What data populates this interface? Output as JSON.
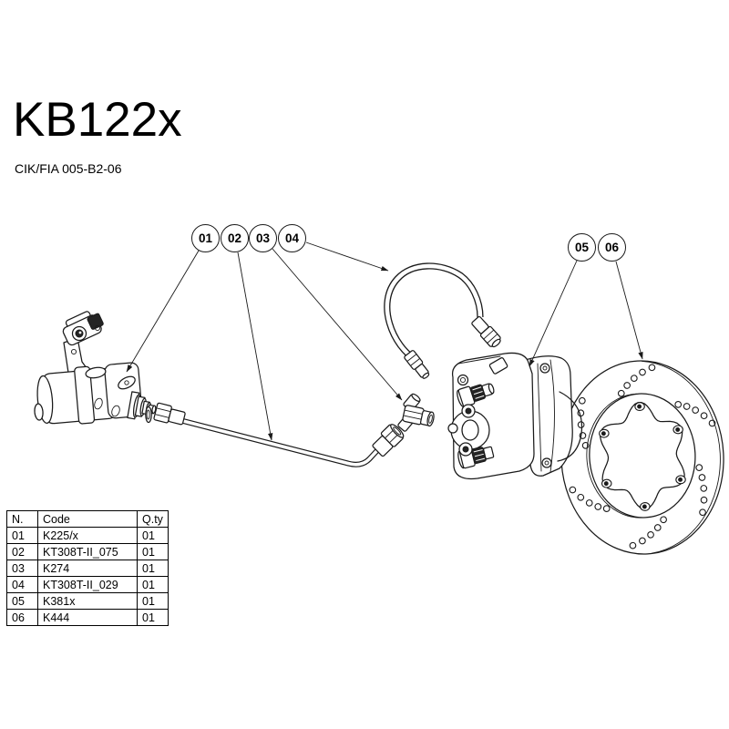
{
  "header": {
    "title": "KB122x",
    "subtitle": "CIK/FIA 005-B2-06"
  },
  "balloons": [
    {
      "label": "01"
    },
    {
      "label": "02"
    },
    {
      "label": "03"
    },
    {
      "label": "04"
    },
    {
      "label": "05"
    },
    {
      "label": "06"
    }
  ],
  "parts_table": {
    "headers": {
      "n": "N.",
      "code": "Code",
      "qty": "Q.ty"
    },
    "rows": [
      {
        "n": "01",
        "code": "K225/x",
        "qty": "01"
      },
      {
        "n": "02",
        "code": "KT308T-II_075",
        "qty": "01"
      },
      {
        "n": "03",
        "code": "K274",
        "qty": "01"
      },
      {
        "n": "04",
        "code": "KT308T-II_029",
        "qty": "01"
      },
      {
        "n": "05",
        "code": "K381x",
        "qty": "01"
      },
      {
        "n": "06",
        "code": "K444",
        "qty": "01"
      }
    ]
  },
  "colors": {
    "line": "#1a1a1a",
    "background": "#ffffff"
  }
}
